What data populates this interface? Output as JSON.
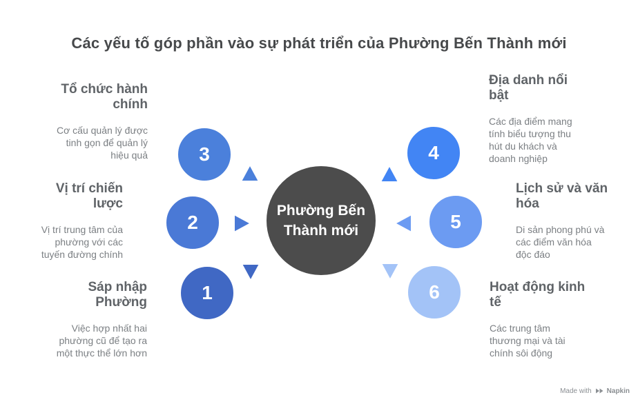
{
  "title": "Các yếu tố góp phần vào sự phát triển của Phường Bến Thành mới",
  "center": {
    "label": "Phường Bến\nThành mới",
    "color": "#4c4c4c",
    "text_color": "#ffffff"
  },
  "nodes": [
    {
      "number": "1",
      "heading": "Sáp nhập\nPhường",
      "desc": "Việc hợp nhất hai\nphường cũ để tạo ra\nmột thực thể lớn hơn",
      "color": "#4068c4",
      "arrow": "down"
    },
    {
      "number": "2",
      "heading": "Vị trí chiến\nlược",
      "desc": "Vị trí trung tâm của\nphường với các\ntuyến đường chính",
      "color": "#4a79d6",
      "arrow": "right"
    },
    {
      "number": "3",
      "heading": "Tổ chức hành\nchính",
      "desc": "Cơ cấu quản lý được\ntinh gọn để quản lý\nhiệu quả",
      "color": "#4b80db",
      "arrow": "up"
    },
    {
      "number": "4",
      "heading": "Địa danh nổi\nbật",
      "desc": "Các địa điểm mang\ntính biểu tượng thu\nhút du khách và\ndoanh nghiệp",
      "color": "#4285f4",
      "arrow": "up"
    },
    {
      "number": "5",
      "heading": "Lịch sử và văn\nhóa",
      "desc": "Di sản phong phú và\ncác điểm văn hóa\nđộc đáo",
      "color": "#6c9bf2",
      "arrow": "left"
    },
    {
      "number": "6",
      "heading": "Hoạt động kinh\ntế",
      "desc": "Các trung tâm\nthương mại và tài\nchính sôi động",
      "color": "#a3c3f7",
      "arrow": "down"
    }
  ],
  "footer": {
    "made_with": "Made with",
    "brand": "Napkin"
  }
}
